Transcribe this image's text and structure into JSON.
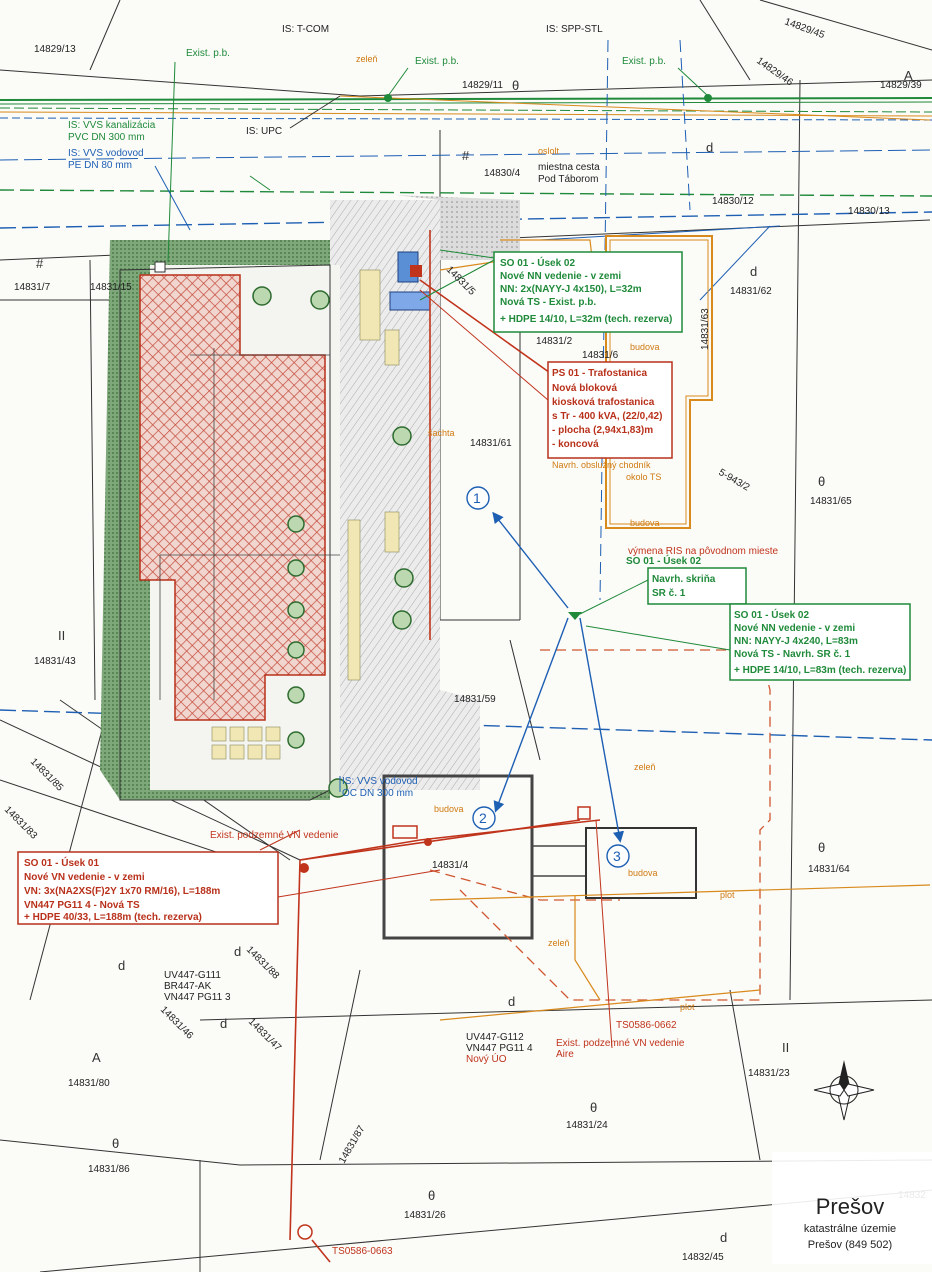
{
  "map": {
    "infra_labels": {
      "t_com": "IS:  T-COM",
      "spp_stl": "IS:  SPP-STL",
      "exist_pb_1": "Exist. p.b.",
      "exist_pb_2": "Exist. p.b.",
      "exist_pb_3": "Exist. p.b.",
      "vvs_kanal_1": "IS:  VVS kanalizácia",
      "vvs_kanal_2": "PVC DN  300 mm",
      "upc": "IS:  UPC",
      "vvs_vodovod_1": "IS:  VVS vodovod",
      "vvs_vodovod_2": "PE  DN  80 mm",
      "vvs_vodovod_s_1": "IS:  VVS  vodovod",
      "vvs_vodovod_s_2": "OC DN  300 mm",
      "exist_vn": "Exist. podzemné VN vedenie",
      "exist_vn_2": "Exist. podzemné VN vedenie",
      "aire": "Aire",
      "ts_662": "TS0586-0662",
      "ts_663": "TS0586-0663",
      "uv_a_1": "UV447-G111",
      "uv_a_2": "BR447-AK",
      "uv_a_3": "VN447  PG11  3",
      "uv_b_1": "UV447-G112",
      "uv_b_2": "VN447  PG11  4",
      "uv_b_3": "Nový ÚO"
    },
    "parcels": {
      "p14829_13": "14829/13",
      "p14829_45": "14829/45",
      "p14829_11": "14829/11",
      "p14829_46": "14829/46",
      "p14829_39": "14829/39",
      "p14830_4": "14830/4",
      "p14830_12": "14830/12",
      "p14830_13": "14830/13",
      "p14831_7": "14831/7",
      "p14831_15": "14831/15",
      "p14831_5": "14831/5",
      "p14831_62": "14831/62",
      "p14831_63": "14831/63",
      "p14831_2": "14831/2",
      "p14831_6": "14831/6",
      "p14831_61": "14831/61",
      "p14831_65": "14831/65",
      "p14831_43": "14831/43",
      "p14831_59": "14831/59",
      "p14831_85": "14831/85",
      "p14831_83": "14831/83",
      "p14831_4": "14831/4",
      "p14831_64": "14831/64",
      "p14831_88": "14831/88",
      "p14831_46": "14831/46",
      "p14831_47": "14831/47",
      "p14831_80": "14831/80",
      "p14831_23": "14831/23",
      "p14831_24": "14831/24",
      "p14831_86": "14831/86",
      "p14831_87": "14831/87",
      "p14831_26": "14831/26",
      "p14832_45": "14832/45",
      "p14832": "14832",
      "p5_943_2": "5-943/2"
    },
    "misc_labels": {
      "zelen_1": "zeleň",
      "zelen_2": "zeleň",
      "zelen_3": "zeleň",
      "budova_1": "budova",
      "budova_2": "budova",
      "budova_3": "budova",
      "budova_4": "budova",
      "oslolt": "oslolt",
      "miestna_1": "miestna cesta",
      "miestna_2": "Pod Táborom",
      "plot_1": "plot",
      "plot_2": "plot",
      "chodnik": "Navrh. obslužný chodník",
      "chodnik_2": "okolo TS",
      "vymena": "výmena RIS na pôvodnom mieste",
      "slachta": "šachta",
      "sym_d": "d",
      "sym_a": "A",
      "sym_ii": "II",
      "sym_theta": "θ",
      "sym_hash": "#",
      "circ_1": "1",
      "circ_2": "2",
      "circ_3": "3"
    },
    "boxes": {
      "usek02_top": {
        "title": "SO 01 - Úsek 02",
        "l1": "Nové NN vedenie - v zemi",
        "l2": "NN: 2x(NAYY-J 4x150), L=32m",
        "l3": "Nová TS - Exist. p.b.",
        "l4": "+ HDPE 14/10, L=32m (tech. rezerva)"
      },
      "ps01": {
        "title": "PS 01 - Trafostanica",
        "l1": "Nová bloková",
        "l2": "kiosková trafostanica",
        "l3": "s Tr - 400 kVA, (22/0,42)",
        "l4": "- plocha (2,94x1,83)m",
        "l5": "- koncová"
      },
      "skrina": {
        "title": "SO 01 - Úsek 02",
        "l1": "Navrh. skriňa",
        "l2": "SR č. 1"
      },
      "usek02_right": {
        "title": "SO 01 - Úsek 02",
        "l1": "Nové NN vedenie - v zemi",
        "l2": "NN: NAYY-J 4x240, L=83m",
        "l3": "Nová TS - Navrh. SR č. 1",
        "l4": "+ HDPE 14/10, L=83m (tech. rezerva)"
      },
      "usek01": {
        "title": "SO 01 - Úsek 01",
        "l1": "Nové VN vedenie - v zemi",
        "l2": "VN: 3x(NA2XS(F)2Y 1x70 RM/16), L=188m",
        "l3": "VN447  PG11  4 - Nová TS",
        "l4": "+ HDPE 40/33, L=188m (tech. rezerva)"
      }
    },
    "title": {
      "city": "Prešov",
      "l1": "katastrálne územie",
      "l2": "Prešov (849 502)"
    },
    "colors": {
      "green": "#1f8a3a",
      "blue": "#1d5fb3",
      "red": "#c0341c",
      "orange": "#d98a1c",
      "hatch_red": "#c44a3a"
    }
  }
}
